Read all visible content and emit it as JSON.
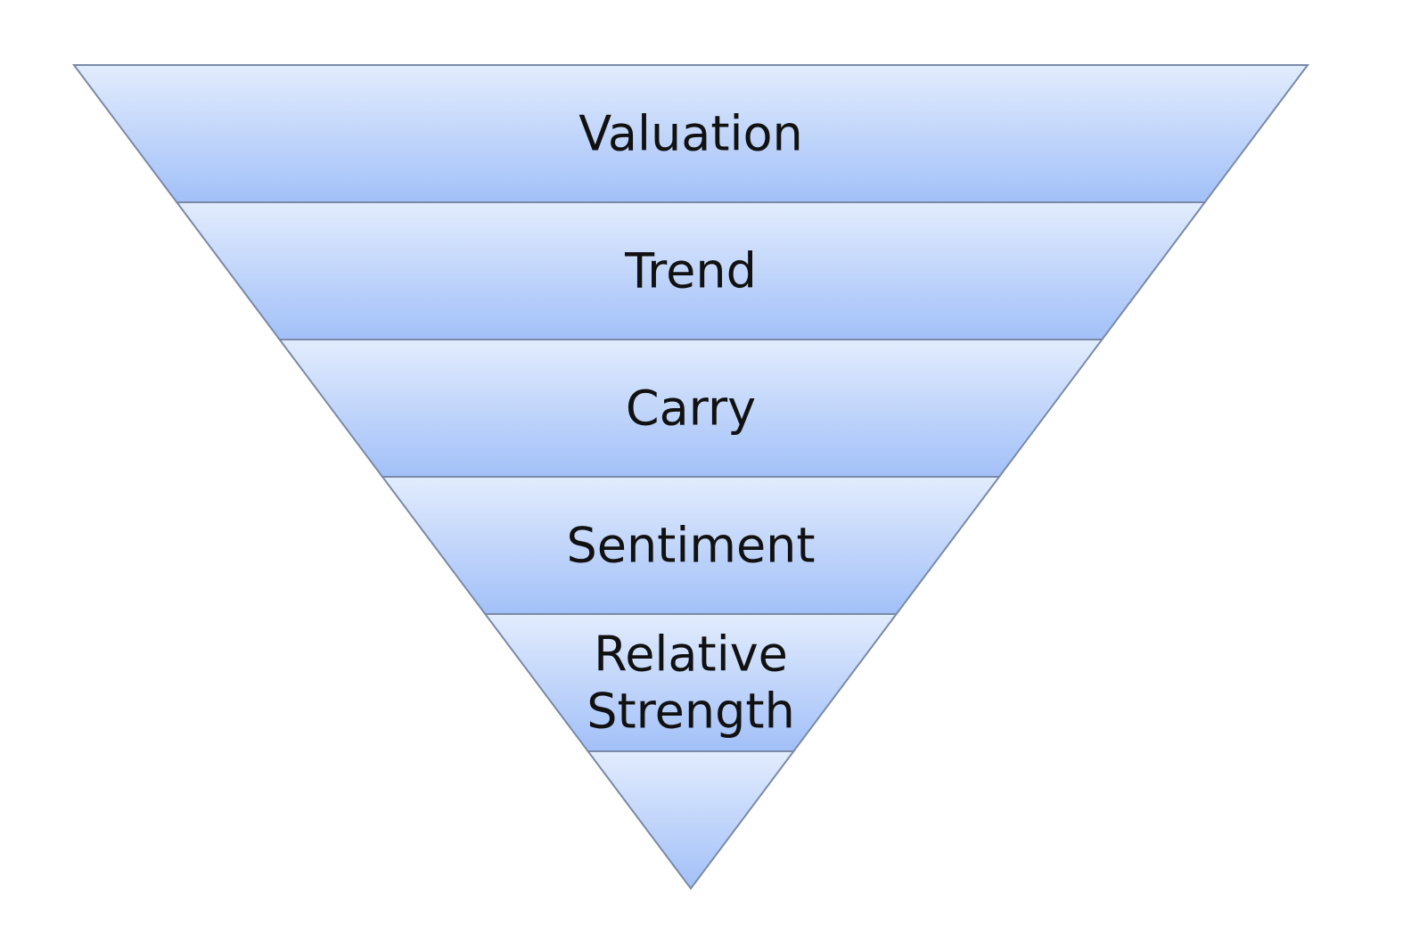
{
  "diagram": {
    "type": "inverted-pyramid",
    "layers": [
      {
        "lines": [
          "Valuation"
        ]
      },
      {
        "lines": [
          "Trend"
        ]
      },
      {
        "lines": [
          "Carry"
        ]
      },
      {
        "lines": [
          "Sentiment"
        ]
      },
      {
        "lines": [
          "Relative",
          "Strength"
        ]
      },
      {
        "lines": []
      }
    ]
  },
  "colors": {
    "fill_light": "#e2ecfd",
    "fill_dark": "#a2c0f8",
    "stroke": "#7a8aa6",
    "text": "#111111"
  }
}
